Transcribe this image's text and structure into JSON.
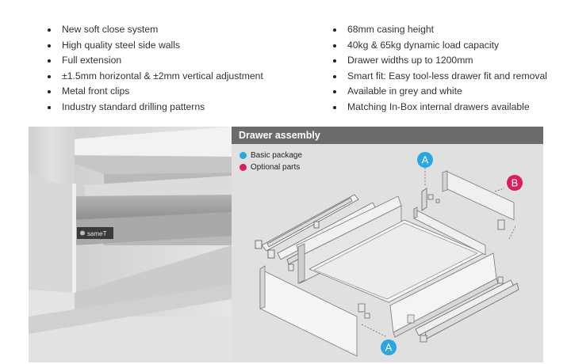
{
  "features": {
    "left": [
      "New soft close system",
      "High quality steel side walls",
      "Full extension",
      "±1.5mm horizontal & ±2mm vertical adjustment",
      "Metal front clips",
      "Industry standard drilling patterns"
    ],
    "right": [
      "68mm casing height",
      "40kg & 65kg dynamic load capacity",
      "Drawer widths up to 1200mm",
      "Smart fit: Easy tool-less drawer fit and removal",
      "Available in grey and white",
      "Matching In-Box internal drawers available"
    ]
  },
  "photo": {
    "brand_badge": "sameT"
  },
  "assembly": {
    "title": "Drawer assembly",
    "legend": [
      {
        "label": "Basic package",
        "color": "#2aa7dd"
      },
      {
        "label": "Optional parts",
        "color": "#d81f5c"
      }
    ],
    "callouts": {
      "a_top": "A",
      "b": "B",
      "a_bottom": "A"
    }
  }
}
